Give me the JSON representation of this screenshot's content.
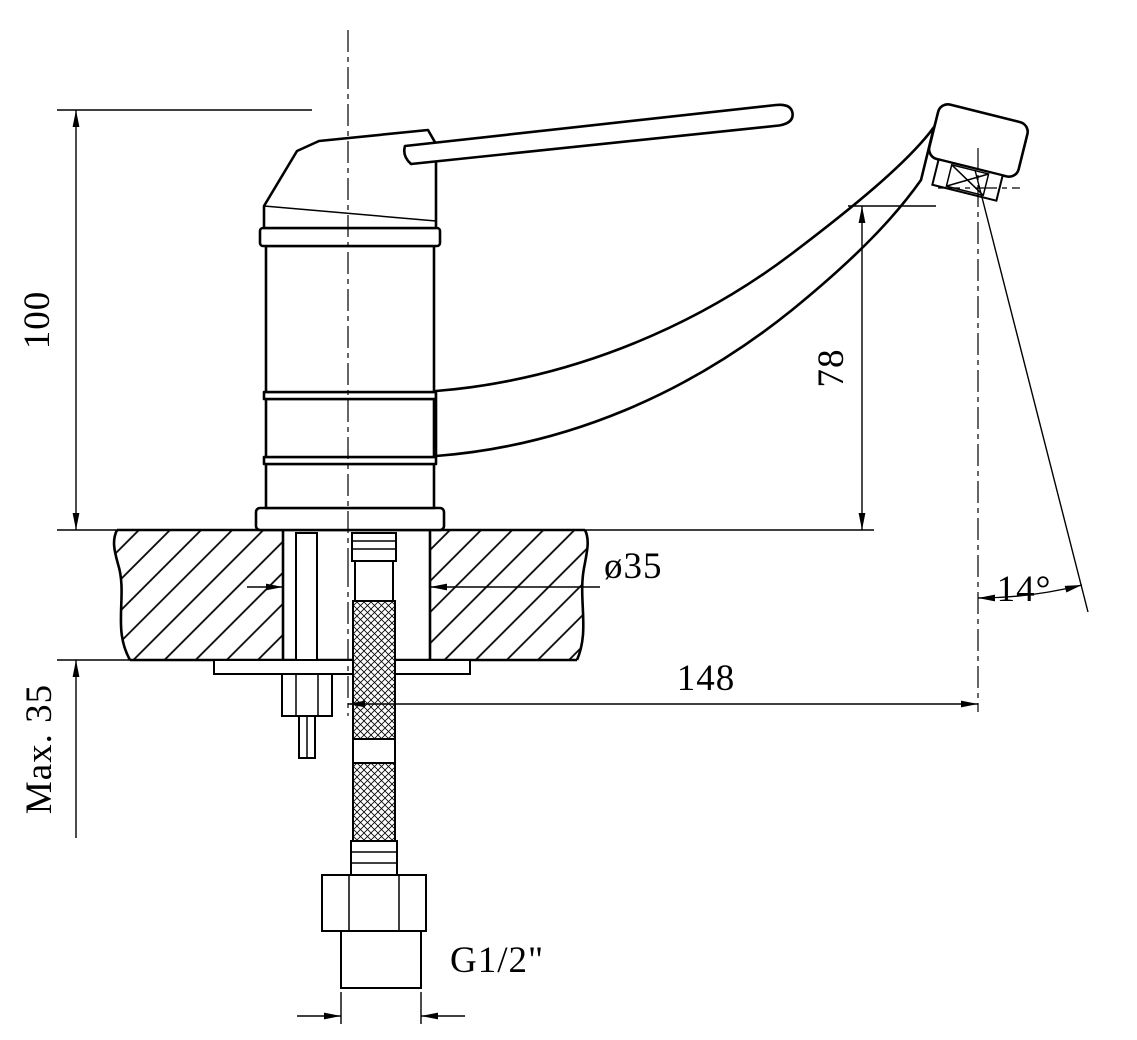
{
  "page": {
    "background": "#ffffff",
    "line_color": "#000000"
  },
  "drawing": {
    "kind": "technical-dimension-drawing",
    "subject": "single-lever-faucet-side-view",
    "labels": {
      "height_100": "100",
      "max_thickness": "Max. 35",
      "spout_height": "78",
      "hole_diameter": "ø35",
      "spout_reach": "148",
      "outlet_angle": "14°",
      "thread": "G1/2\""
    }
  }
}
